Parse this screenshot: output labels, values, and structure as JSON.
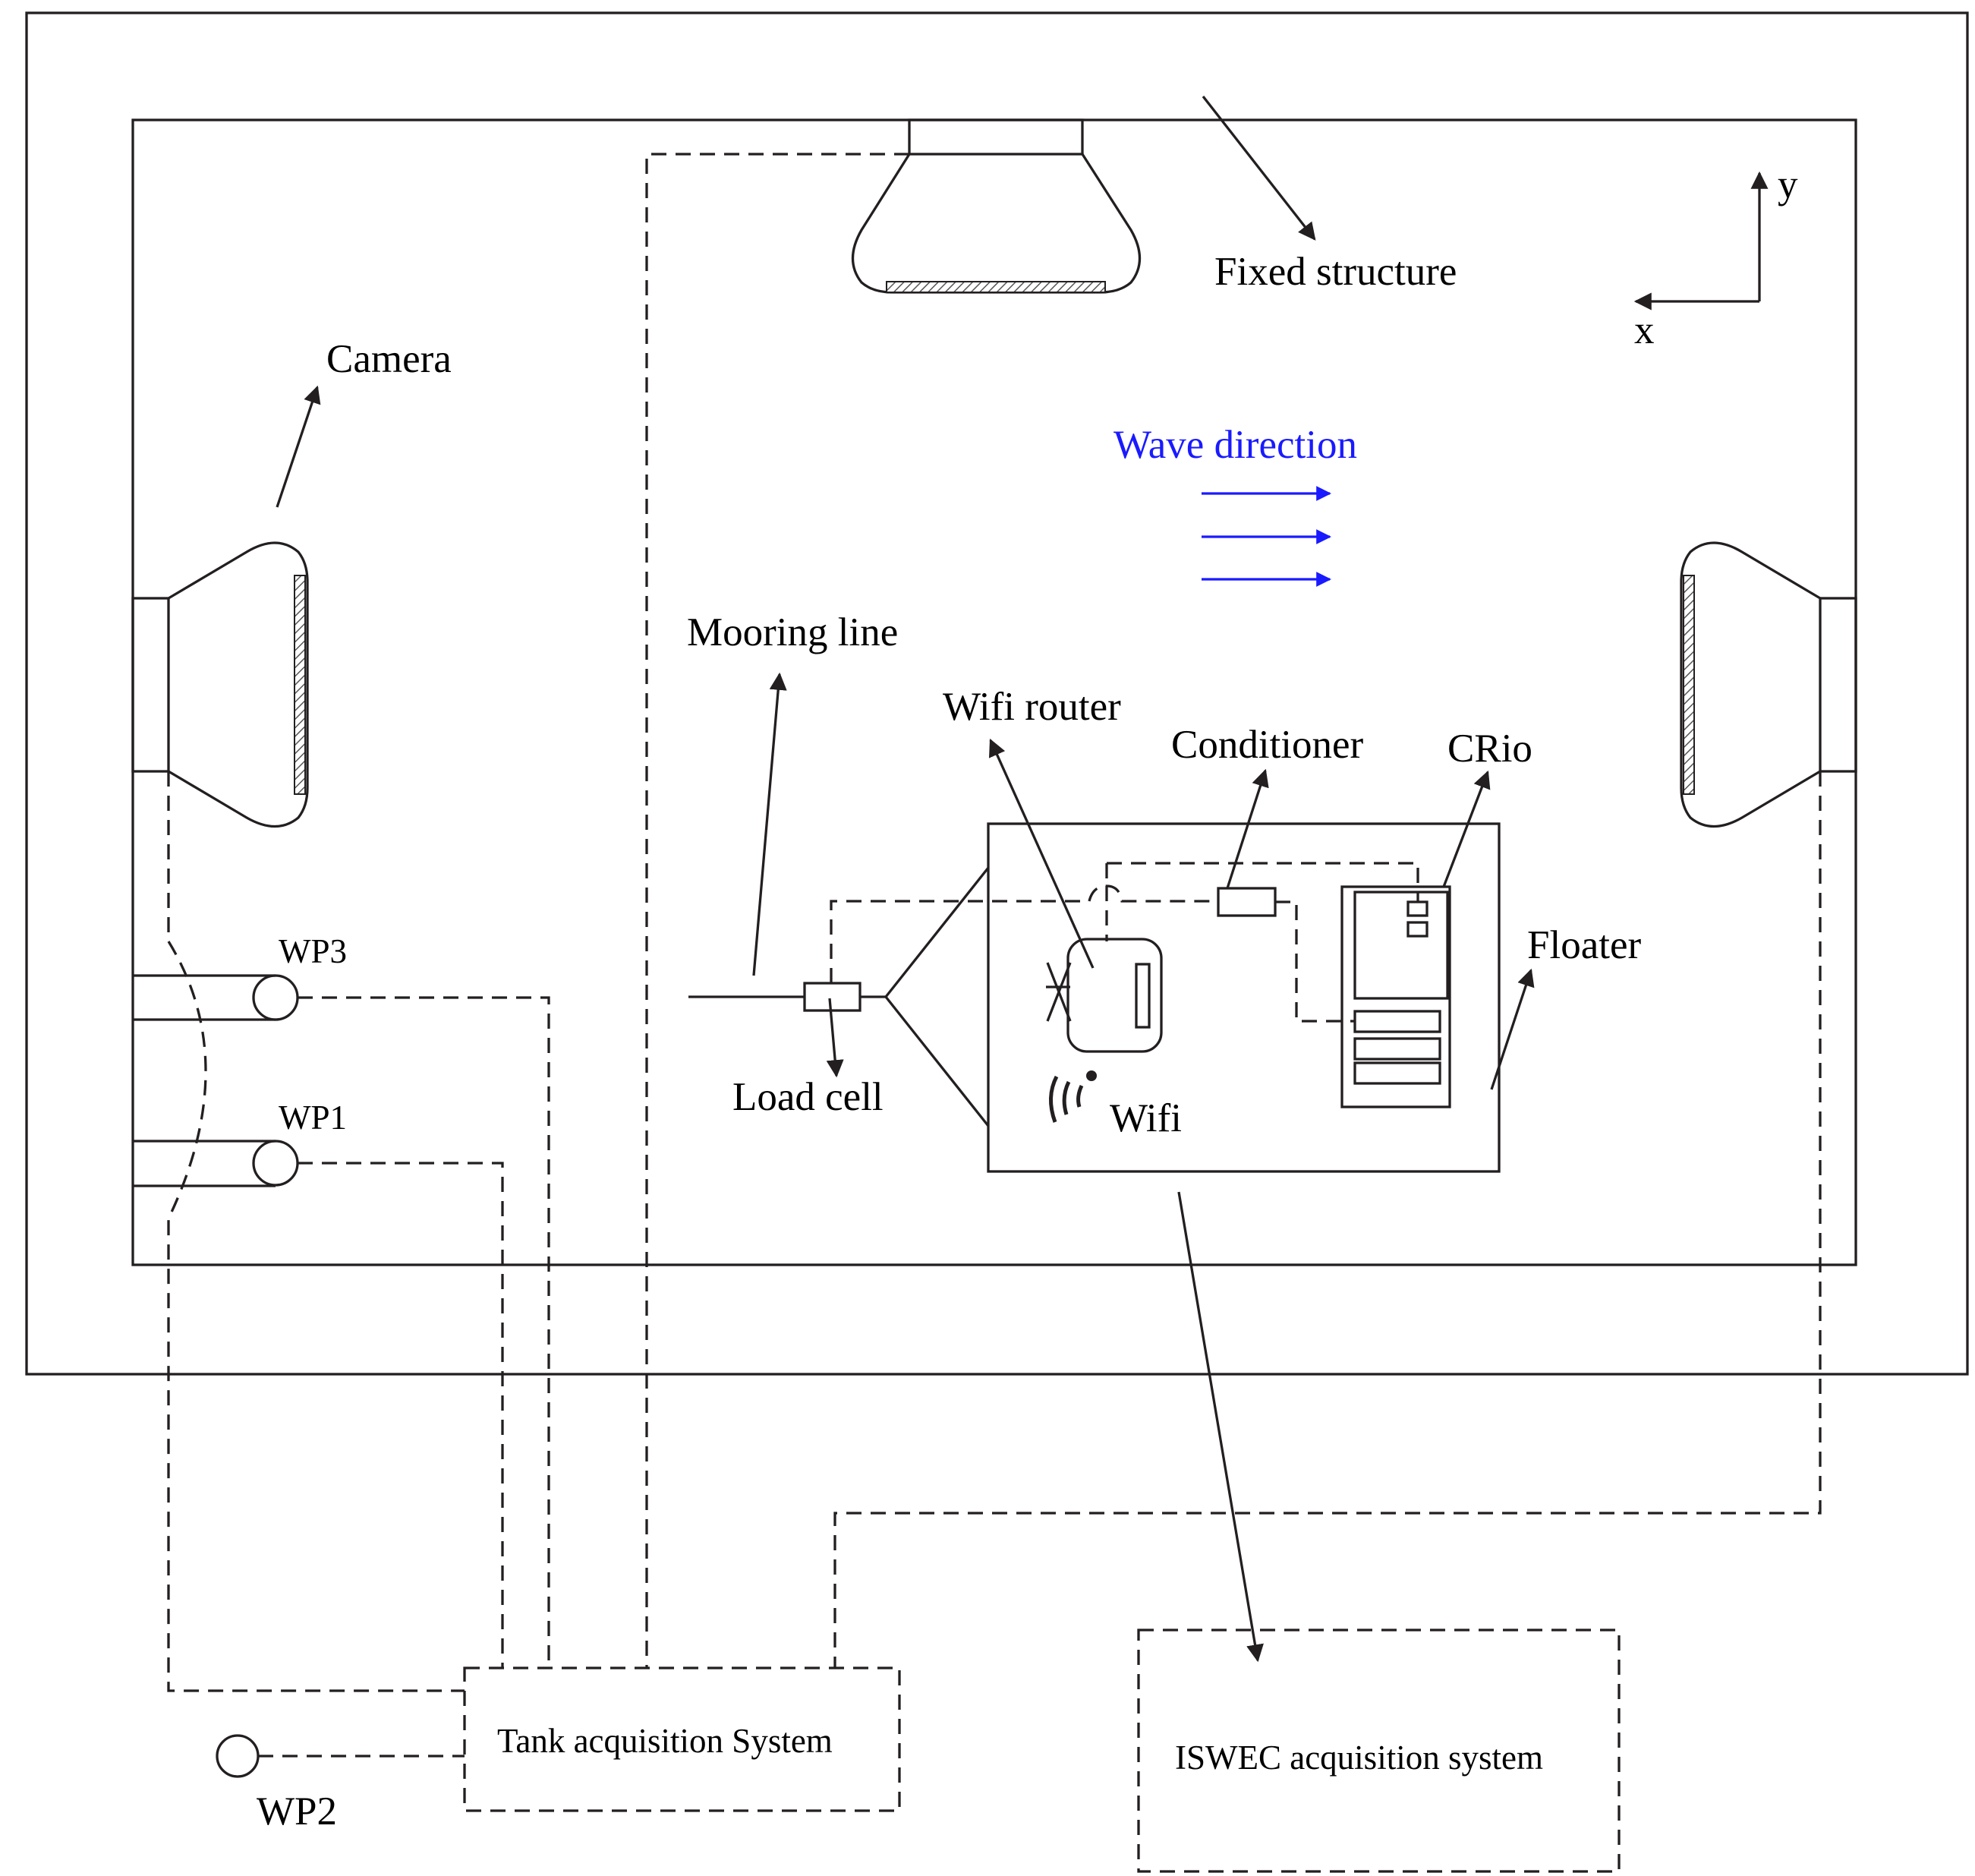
{
  "labels": {
    "camera": "Camera",
    "fixed_structure": "Fixed structure",
    "axis_y": "y",
    "axis_x": "x",
    "wave_direction": "Wave direction",
    "mooring_line": "Mooring line",
    "wifi_router": "Wifi router",
    "conditioner": "Conditioner",
    "crio": "CRio",
    "floater": "Floater",
    "load_cell": "Load cell",
    "wifi": "Wifi",
    "wp3": "WP3",
    "wp1": "WP1",
    "wp2": "WP2",
    "tank_acquisition": "Tank acquisition System",
    "iswec_acquisition": "ISWEC acquisition system"
  },
  "colors": {
    "line": "#231f20",
    "wave": "#1a1aff",
    "hatch": "#777777"
  },
  "icons": {
    "wifi": "wifi-icon",
    "router": "router-icon",
    "camera": "camera-icon"
  }
}
